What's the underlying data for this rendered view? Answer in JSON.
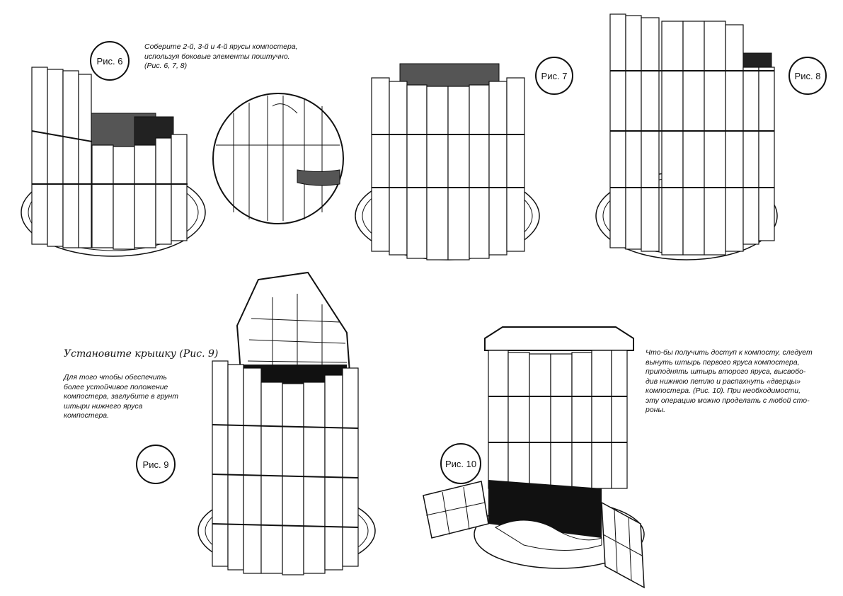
{
  "figures": {
    "fig6": "Рис. 6",
    "fig7": "Рис. 7",
    "fig8": "Рис. 8",
    "fig9": "Рис. 9",
    "fig10": "Рис. 10"
  },
  "instructions": {
    "assemble": [
      "Соберите 2-й, 3-й и 4-й ярусы компостера,",
      "используя боковые элементы поштучно.",
      "(Рис. 6, 7, 8)"
    ],
    "lid_title": "Установите крышку (Рис. 9)",
    "lid_note": [
      "Для того чтобы обеспечить",
      "более устойчивое положение",
      "компостера, заглубите в грунт",
      "штыри нижнего яруса",
      "компостера."
    ],
    "access_note": [
      "Что-бы получить доступ к компосту, следует",
      "вынуть штырь первого яруса компостера,",
      "приподнять штырь второго яруса, высвобо-",
      "див нижнюю петлю и распахнуть «дверцы»",
      "компостера. (Рис. 10). При необходимости,",
      "эту операцию можно проделать с любой сто-",
      "роны."
    ]
  }
}
